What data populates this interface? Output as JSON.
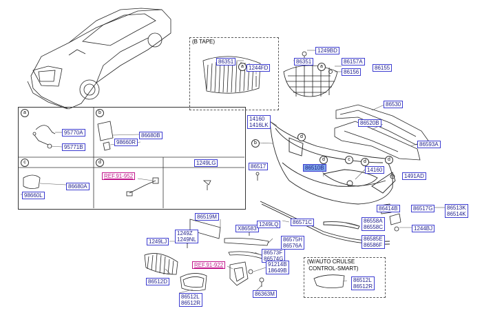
{
  "captions": {
    "b_tape": "(B TAPE)",
    "auto_cruise": "(W/AUTO CRULSE\n CONTROL-SMART)"
  },
  "section_letters": {
    "a": "a",
    "b": "b",
    "c": "c",
    "d": "d"
  },
  "panel_labels": {
    "a1": "95770A",
    "a2": "95771B",
    "b1": "86680B",
    "b2": "98660R",
    "c1": "86680A",
    "c2": "98660L",
    "d_ref": "REF.91-952",
    "e1": "1249LG"
  },
  "labels": {
    "p86351a": "86351",
    "p1244FD": "1244FD",
    "p1249BD": "1249BD",
    "p86351b": "86351",
    "p86157A": "86157A",
    "p86155": "86155",
    "p86156": "86156",
    "p86530": "86530",
    "p86520B": "86520B",
    "p86593A": "86593A",
    "p14160a": "14160\n1416LK",
    "p86517": "86517",
    "p86510B": "86510B",
    "p14160b": "14160",
    "p1491AD": "1491AD",
    "p86414B": "86414B",
    "p86517G": "86517G",
    "p86513K": "86513K\n86514K",
    "p1244BJ": "1244BJ",
    "p86519M": "86519M",
    "p1249Z": "1249Z\n1249NL",
    "p1249LJ": "1249LJ",
    "pX86583": "X86583",
    "p1249LQ": "1249LQ",
    "p86571C": "86571C",
    "p86558A": "86558A\n86558C",
    "p86585E": "86585E\n86586F",
    "p86575H": "86575H\n86576A",
    "p86573F": "86573F\n86574G",
    "p91214B": "91214B\n18649B",
    "pREF91922": "REF.91-922",
    "p86512D": "86512D",
    "p86512L": "86512L\n86512R",
    "p86363M": "86363M",
    "p86512Lb": "86512L\n86512R"
  }
}
